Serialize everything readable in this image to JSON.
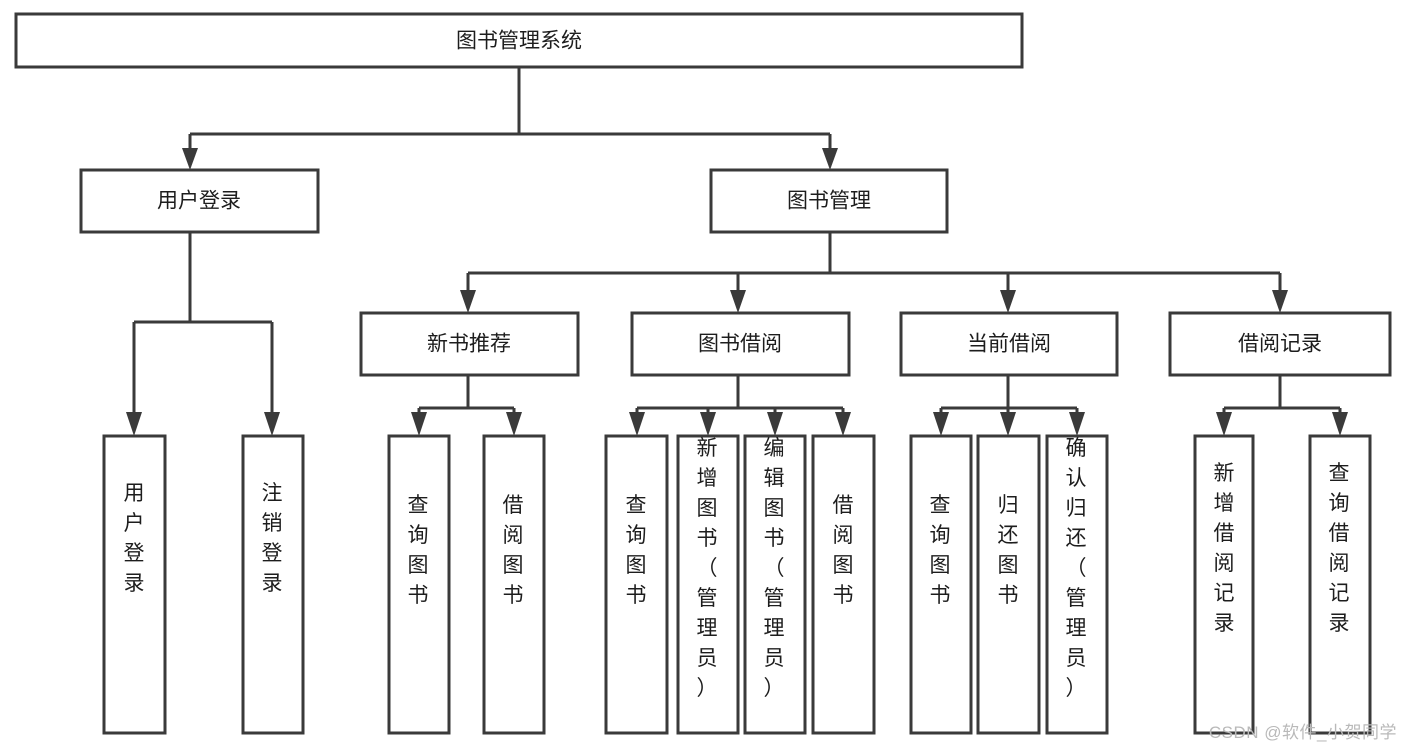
{
  "diagram": {
    "title": "图书管理系统",
    "type": "tree-hierarchy-diagram",
    "watermark": "CSDN @软件_小贺同学",
    "colors": {
      "stroke": "#3a3a3a",
      "fill": "#ffffff",
      "text": "#1d1d1d",
      "watermark": "#b9b9b9"
    },
    "nodes": {
      "root": {
        "label": "图书管理系统",
        "orientation": "horizontal"
      },
      "level2": [
        {
          "id": "user-login",
          "label": "用户登录",
          "orientation": "horizontal"
        },
        {
          "id": "book-manage",
          "label": "图书管理",
          "orientation": "horizontal"
        }
      ],
      "level3": [
        {
          "id": "new-book-recommend",
          "label": "新书推荐",
          "orientation": "horizontal"
        },
        {
          "id": "book-borrow",
          "label": "图书借阅",
          "orientation": "horizontal"
        },
        {
          "id": "current-borrow",
          "label": "当前借阅",
          "orientation": "horizontal"
        },
        {
          "id": "borrow-record",
          "label": "借阅记录",
          "orientation": "horizontal"
        }
      ],
      "leaves": {
        "user-login": [
          {
            "id": "leaf-user-login",
            "label": "用户登录",
            "orientation": "vertical"
          },
          {
            "id": "leaf-logout-login",
            "label": "注销登录",
            "orientation": "vertical"
          }
        ],
        "new-book-recommend": [
          {
            "id": "leaf-query-book-1",
            "label": "查询图书",
            "orientation": "vertical"
          },
          {
            "id": "leaf-borrow-book-1",
            "label": "借阅图书",
            "orientation": "vertical"
          }
        ],
        "book-borrow": [
          {
            "id": "leaf-query-book-2",
            "label": "查询图书",
            "orientation": "vertical"
          },
          {
            "id": "leaf-add-book-admin",
            "label": "新增图书（管理员）",
            "orientation": "vertical"
          },
          {
            "id": "leaf-edit-book-admin",
            "label": "编辑图书（管理员）",
            "orientation": "vertical"
          },
          {
            "id": "leaf-borrow-book-2",
            "label": "借阅图书",
            "orientation": "vertical"
          }
        ],
        "current-borrow": [
          {
            "id": "leaf-query-book-3",
            "label": "查询图书",
            "orientation": "vertical"
          },
          {
            "id": "leaf-return-book",
            "label": "归还图书",
            "orientation": "vertical"
          },
          {
            "id": "leaf-confirm-return-admin",
            "label": "确认归还（管理员）",
            "orientation": "vertical"
          }
        ],
        "borrow-record": [
          {
            "id": "leaf-add-borrow-record",
            "label": "新增借阅记录",
            "orientation": "vertical"
          },
          {
            "id": "leaf-query-borrow-record",
            "label": "查询借阅记录",
            "orientation": "vertical"
          }
        ]
      }
    }
  }
}
